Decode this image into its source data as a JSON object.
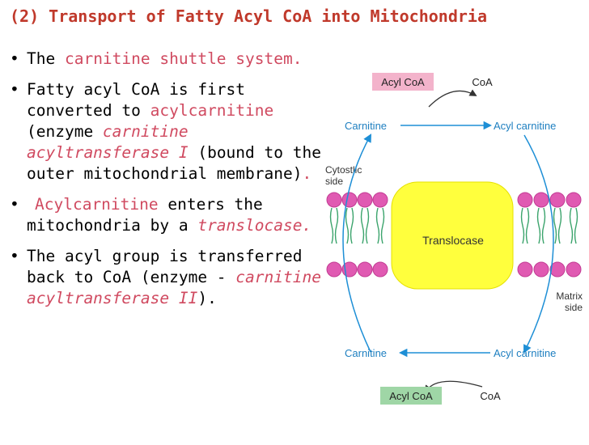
{
  "title": "(2) Transport of Fatty Acyl CoA into Mitochondria",
  "bullets": [
    {
      "marker": "•",
      "parts": [
        "The ",
        "carnitine shuttle system",
        "."
      ]
    },
    {
      "marker": "•",
      "parts": [
        "Fatty acyl CoA is first converted to ",
        "acylcarnitine",
        " (enzyme ",
        "carnitine acyltransferase I",
        " (bound to the outer mitochondrial membrane)",
        "."
      ]
    },
    {
      "marker": "•",
      "parts": [
        "Acylcarnitine",
        " enters the mitochondria by a ",
        "translocase",
        "."
      ]
    },
    {
      "marker": "•",
      "parts": [
        "The acyl group is transferred back to CoA (enzyme - ",
        "carnitine acyltransferase II",
        ")."
      ]
    }
  ],
  "diagram": {
    "top": {
      "acyl_coa": "Acyl CoA",
      "coa": "CoA",
      "carnitine": "Carnitine",
      "acyl_carnitine": "Acyl carnitine"
    },
    "cytosolic_label_1": "Cytostlic",
    "cytosolic_label_2": "side",
    "translocase": "Translocase",
    "matrix_label_1": "Matrix",
    "matrix_label_2": "side",
    "bottom": {
      "carnitine": "Carnitine",
      "acyl_carnitine": "Acyl carnitine",
      "acyl_coa": "Acyl CoA",
      "coa": "CoA"
    }
  },
  "colors": {
    "title": "#c0392b",
    "highlight": "#d04a60",
    "arrow": "#1e8fd6",
    "diagram_label": "#1e7fc0",
    "acyl_coa_top_box": "#f3b3cb",
    "acyl_coa_bottom_box": "#9fd6a6",
    "lipid_head": "#e05ab2",
    "lipid_tail": "#3aa36b",
    "translocase": "#ffff3d"
  }
}
